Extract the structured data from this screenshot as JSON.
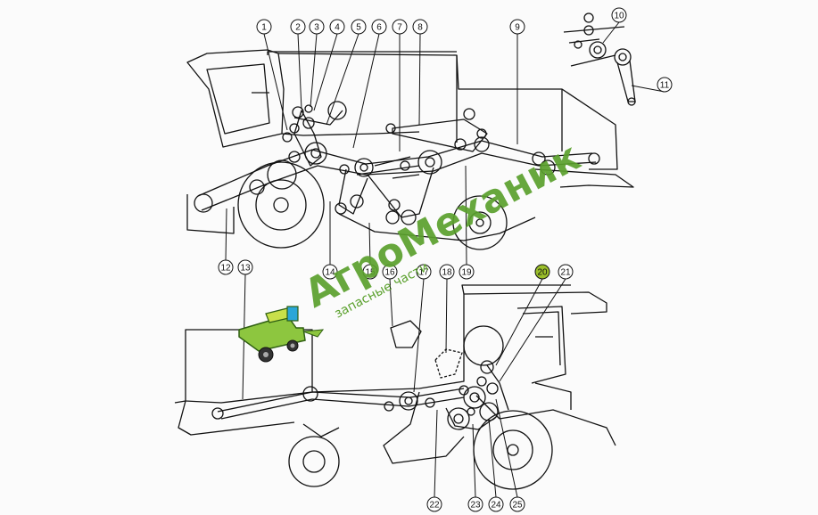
{
  "diagram": {
    "callouts": [
      "1",
      "2",
      "3",
      "4",
      "5",
      "6",
      "7",
      "8",
      "9",
      "10",
      "11",
      "12",
      "13",
      "14",
      "15",
      "16",
      "17",
      "18",
      "19",
      "20",
      "21",
      "22",
      "23",
      "24",
      "25"
    ],
    "highlight_callout": "20",
    "highlight_color": "#9bbf2a",
    "stroke_color": "#111111"
  },
  "watermark": {
    "title": "АгроМеханик",
    "subtitle": "запасные части",
    "color": "#5aa02c",
    "icon": "combine-harvester-icon"
  }
}
